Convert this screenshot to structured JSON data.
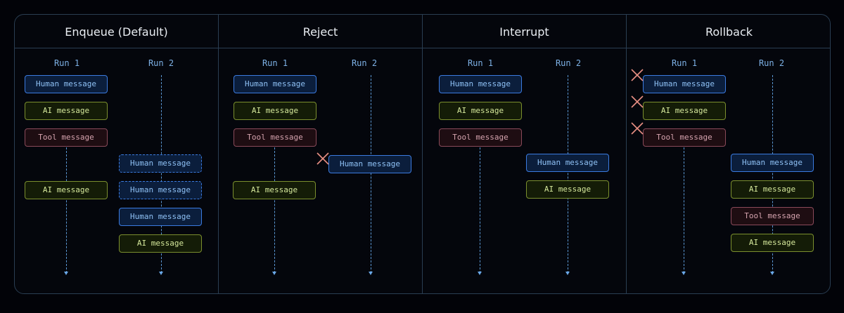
{
  "panels": [
    {
      "title": "Enqueue (Default)",
      "run1_label": "Run 1",
      "run2_label": "Run 2"
    },
    {
      "title": "Reject",
      "run1_label": "Run 1",
      "run2_label": "Run 2"
    },
    {
      "title": "Interrupt",
      "run1_label": "Run 1",
      "run2_label": "Run 2"
    },
    {
      "title": "Rollback",
      "run1_label": "Run 1",
      "run2_label": "Run 2"
    }
  ],
  "messages": {
    "human": "Human message",
    "ai": "AI message",
    "tool": "Tool message"
  },
  "colors": {
    "human": "#3b7be0",
    "ai": "#7b8f2e",
    "tool": "#8a4a5a",
    "reject_mark": "#e98f84",
    "timeline": "#5a96d2"
  }
}
